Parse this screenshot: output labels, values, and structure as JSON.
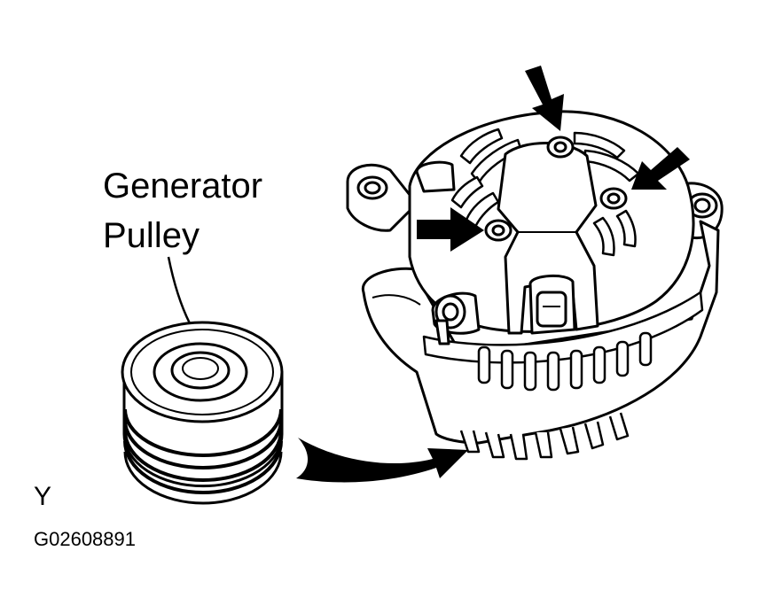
{
  "labels": {
    "callout_line1": "Generator",
    "callout_line2": "Pulley",
    "corner_letter": "Y",
    "figure_code": "G02608891"
  },
  "colors": {
    "ink": "#000000",
    "paper": "#ffffff"
  },
  "icons": {
    "arrow": "solid-arrow-icon",
    "curved_arrow": "curved-arrow-icon"
  }
}
